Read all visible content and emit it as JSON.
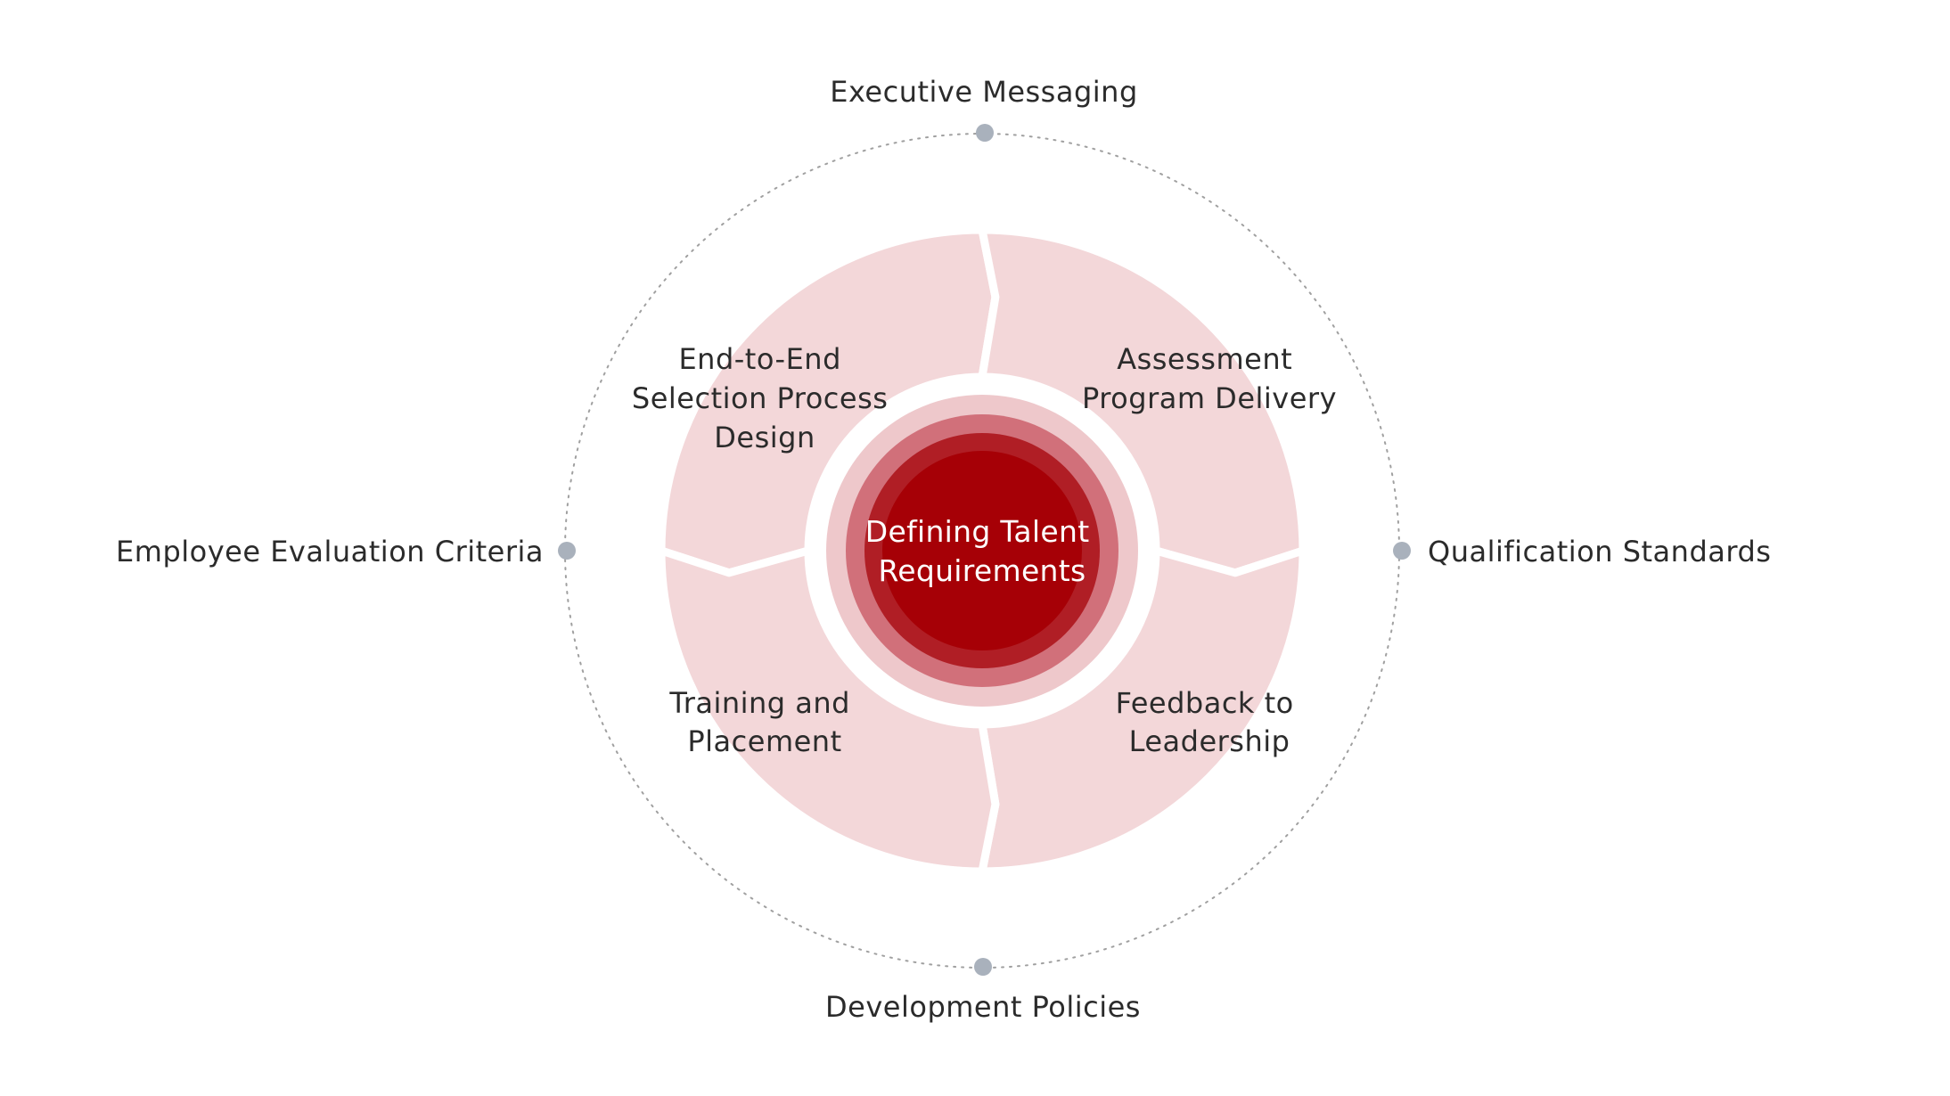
{
  "center": {
    "lines": [
      "Defining Talent",
      "Requirements"
    ]
  },
  "segments": [
    {
      "id": "top-left",
      "lines": [
        "End-to-End",
        "Selection Process",
        "Design"
      ]
    },
    {
      "id": "top-right",
      "lines": [
        "Assessment",
        "Program Delivery"
      ]
    },
    {
      "id": "bottom-right",
      "lines": [
        "Feedback to",
        "Leadership"
      ]
    },
    {
      "id": "bottom-left",
      "lines": [
        "Training and",
        "Placement"
      ]
    }
  ],
  "outer_labels": {
    "top": "Executive Messaging",
    "right": "Qualification Standards",
    "bottom": "Development Policies",
    "left": "Employee Evaluation Criteria"
  },
  "colors": {
    "segment_fill": "#f3d7d9",
    "center_ring_light": "#eec8cb",
    "center_ring_mid": "#d1707a",
    "center_ring_dark": "#b01e25",
    "center_core": "#a60006",
    "dot": "#a9b1bc",
    "dotted_circle": "#a0a0a0",
    "text": "#2b2b2b",
    "center_text": "#ffffff"
  }
}
